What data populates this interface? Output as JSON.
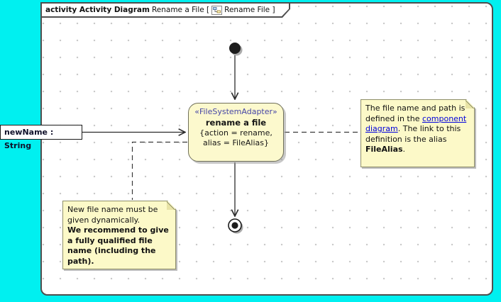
{
  "colors": {
    "desktop_background": "#00F0F0",
    "canvas_background": "#FFFFFF",
    "grid_dot": "#C8C8C8",
    "note_fill": "#FCF9C8",
    "action_fill": "#FCF9CD",
    "stereotype_text": "#4646A6",
    "link_text": "#0000DD"
  },
  "frame": {
    "header_keyword": "activity Activity Diagram",
    "header_name": "Rename a File [",
    "header_ref": "Rename File ]",
    "header_icon": "activity-diagram-icon"
  },
  "nodes": {
    "action": {
      "stereotype": "«FileSystemAdapter»",
      "name": "rename a file",
      "properties": [
        "{action = rename,",
        "alias = FileAlias}"
      ]
    },
    "object_label": "newName : String",
    "initial_node": "initial-node",
    "final_node": "activity-final-node"
  },
  "notes": {
    "right": {
      "text_before_link": "The file name and path is defined in the ",
      "link": "component diagram",
      "text_after_link": ". The link to this definition is the alias ",
      "bold": "FileAlias",
      "end": "."
    },
    "bottom_left": {
      "normal": "New file name must be given dynamically.",
      "bold": "We recommend to give a fully qualified file name (including the path)."
    }
  }
}
